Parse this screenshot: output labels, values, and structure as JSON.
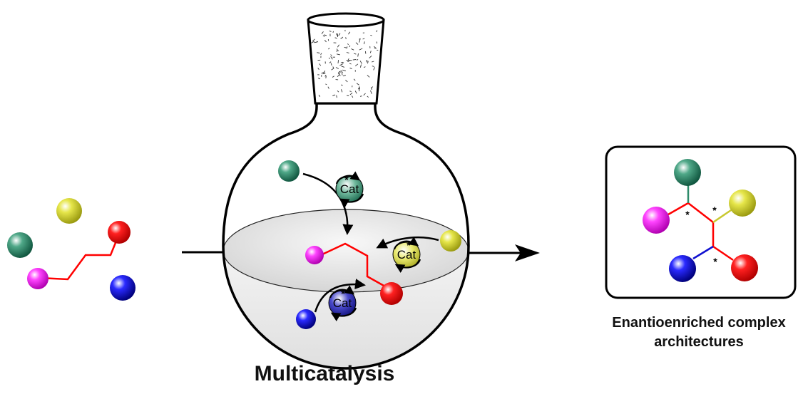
{
  "flask": {
    "title": "Multicatalysis"
  },
  "catalyst": {
    "label": "Cat",
    "chiral_mark": "*"
  },
  "product": {
    "caption_line1": "Enantioenriched complex",
    "caption_line2": "architectures",
    "stereo_mark": "*"
  },
  "colors": {
    "green": "#2e8b6a",
    "yellow": "#d8d83a",
    "red": "#ff1010",
    "magenta": "#ff30ff",
    "blue": "#1a1ae8",
    "bond": "#ff0000",
    "blue_bond": "#1010d0"
  }
}
